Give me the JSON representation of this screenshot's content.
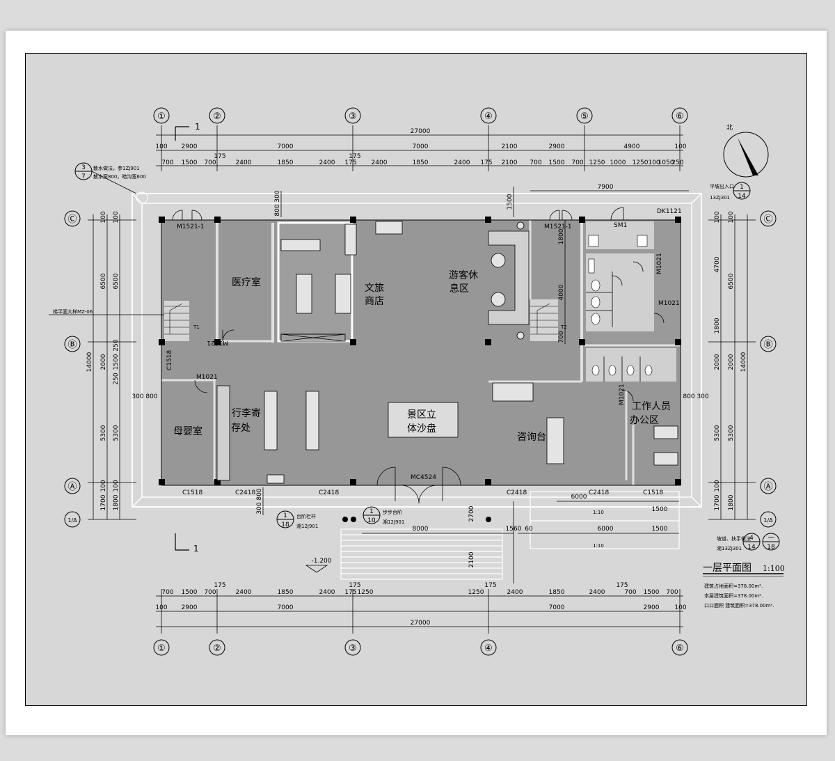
{
  "grid": {
    "numbers": [
      "①",
      "②",
      "③",
      "④",
      "⑤",
      "⑥"
    ],
    "letters": [
      "Ⓒ",
      "Ⓑ",
      "Ⓐ"
    ],
    "a1": "1/A"
  },
  "dims_top": {
    "total": "27000",
    "row2": [
      "100",
      "2900",
      "7000",
      "7000",
      "2100",
      "2900",
      "4900",
      "100"
    ],
    "axis175": [
      "175",
      "175"
    ],
    "row3": [
      "700",
      "1500",
      "700",
      "2400",
      "1850",
      "2400",
      "175",
      "2400",
      "1850",
      "2400",
      "175",
      "2100",
      "700",
      "1500",
      "700",
      "1250",
      "1000",
      "1250",
      "100",
      "1050",
      "250"
    ]
  },
  "dims_bottom": {
    "total": "27000",
    "row2": [
      "100",
      "2900",
      "7000",
      "7000",
      "2900",
      "100"
    ],
    "axis175": [
      "175",
      "175",
      "175",
      "175"
    ],
    "row3": [
      "700",
      "1500",
      "700",
      "2400",
      "1850",
      "2400",
      "175",
      "1250",
      "1250",
      "2400",
      "1850",
      "2400",
      "700",
      "1500",
      "700"
    ]
  },
  "dims_left": {
    "total": "14000",
    "outer": [
      "100",
      "6500",
      "2000",
      "5300",
      "100",
      "1700"
    ],
    "inner": [
      "100",
      "6500",
      "250",
      "1500",
      "250",
      "5300",
      "100",
      "1800"
    ],
    "side": [
      "300",
      "800"
    ]
  },
  "dims_right": {
    "total": "14000",
    "outer": [
      "100",
      "4700",
      "1800",
      "2000",
      "5300",
      "100",
      "1700"
    ],
    "inner": [
      "100",
      "6500",
      "2000",
      "5300",
      "1800"
    ],
    "side": [
      "800",
      "300"
    ]
  },
  "misc_dims": {
    "d7900": "7900",
    "d1500": "1500",
    "d800_300": "800 300",
    "d1800": "1800",
    "d4000": "4000",
    "d700": "700",
    "d2700": "2700",
    "d2100": "2100",
    "d8000": "8000",
    "d1560": "1560",
    "d60": "60",
    "d6000a": "6000",
    "d6000b": "6000",
    "d1500b": "1500",
    "d1500c": "1500",
    "d300_800": "300 800",
    "d1800v": "1800",
    "ramp_ratio1": "1:10",
    "ramp_ratio2": "1:10",
    "level": "-1.200"
  },
  "rooms": {
    "medical": "医疗室",
    "shop1": "文旅",
    "shop2": "商店",
    "rest1": "游客休",
    "rest2": "息区",
    "luggage1": "行李寄",
    "luggage2": "存处",
    "maternal": "母婴室",
    "sandtable1": "景区立",
    "sandtable2": "体沙盘",
    "consult": "咨询台",
    "staff1": "工作人员",
    "staff2": "办公区"
  },
  "doors": {
    "m1521a": "M1521-1",
    "m1521b": "M1521-1",
    "m1021a": "M1021",
    "m1021b": "M1021",
    "m1021c": "M1021",
    "m1021d": "M1021",
    "m1021e": "M1021",
    "mc4524": "MC4524",
    "sm1": "SM1",
    "dk1121": "DK1121",
    "t1": "T1",
    "t2": "T2"
  },
  "windows": {
    "c1518a": "C1518",
    "c2418a": "C2418",
    "c2418b": "C2418",
    "c2418c": "C2418",
    "c2418d": "C2418",
    "c1518b": "C1518",
    "c1518c": "C1518"
  },
  "notes": {
    "drain1": "散水做法，参1ZJ901",
    "drain2": "散水宽800，暗沟宽600",
    "stair_note": "梯平面大样MZ-06",
    "ramp_note": "平坡出入口",
    "ramp_ref": "13ZJ301",
    "step_note": "台阶栏杆",
    "step_ref": "湘12J901",
    "step2_note": "步步台阶",
    "step2_ref": "湘12J901",
    "rail_note": "坡道、扶手做法",
    "rail_ref": "湘13ZJ301",
    "section_mark": "1"
  },
  "symbols": {
    "s3_top": "3",
    "s3_bot": "7",
    "s1_14_top": "1",
    "s1_14_bot": "14",
    "s1_18_top": "1",
    "s1_18_bot": "18",
    "s1_10_top": "1",
    "s1_10_bot": "10",
    "s4_14_top": "4",
    "s4_14_bot": "14",
    "s_18_top": "一",
    "s_18_bot": "18"
  },
  "north": "北",
  "title": {
    "name": "一层平面图",
    "scale": "1:100",
    "line1": "建筑占地面积=378.00m².",
    "line2": "本层建筑面积=378.00m².",
    "line3": "口口面积 建筑面积=378.00m²."
  },
  "colors": {
    "background": "#d7d7d7",
    "room_fill": "#979797",
    "line": "#000000"
  }
}
